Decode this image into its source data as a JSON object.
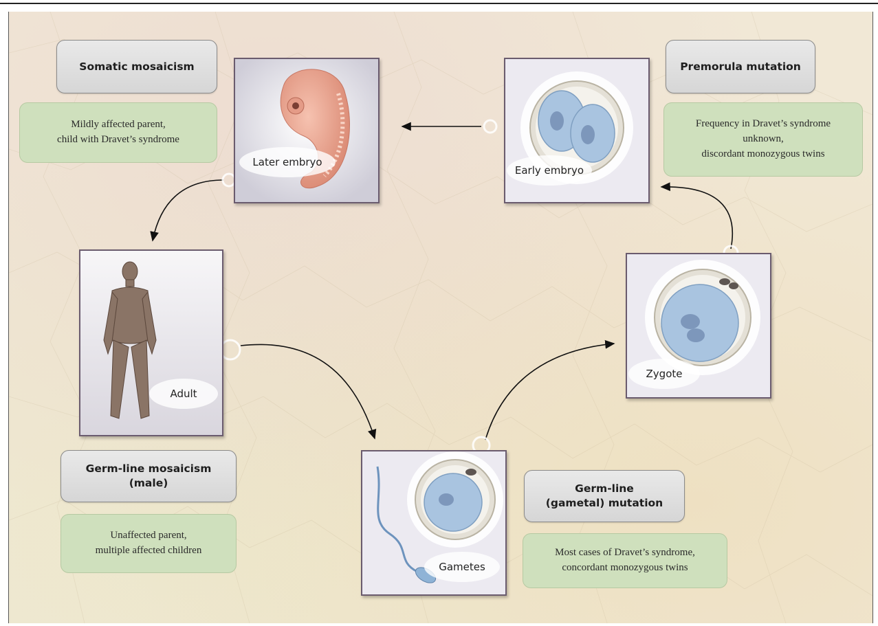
{
  "titles": {
    "somatic": "Somatic mosaicism",
    "premorula": "Premorula mutation",
    "germline_male_line1": "Germ-line mosaicism",
    "germline_male_line2": "(male)",
    "gametal_line1": "Germ-line",
    "gametal_line2": "(gametal) mutation"
  },
  "descriptions": {
    "somatic_line1": "Mildly affected parent,",
    "somatic_line2": "child with Dravet’s syndrome",
    "premorula_line1": "Frequency in Dravet’s syndrome",
    "premorula_line2": "unknown,",
    "premorula_line3": "discordant monozygous twins",
    "germline_male_line1": "Unaffected parent,",
    "germline_male_line2": "multiple affected children",
    "gametal_line1": "Most cases of Dravet’s syndrome,",
    "gametal_line2": "concordant monozygous twins"
  },
  "stages": {
    "later_embryo": "Later embryo",
    "early_embryo": "Early embryo",
    "adult": "Adult",
    "zygote": "Zygote",
    "gametes": "Gametes"
  },
  "colors": {
    "title_fill": "#dcdcdc",
    "description_fill": "#cfe0bd",
    "background": "#f1e8d6",
    "card_border": "#6a5b6e",
    "cell_blue": "#a9c4e0",
    "embryo_pink": "#eba38e"
  }
}
